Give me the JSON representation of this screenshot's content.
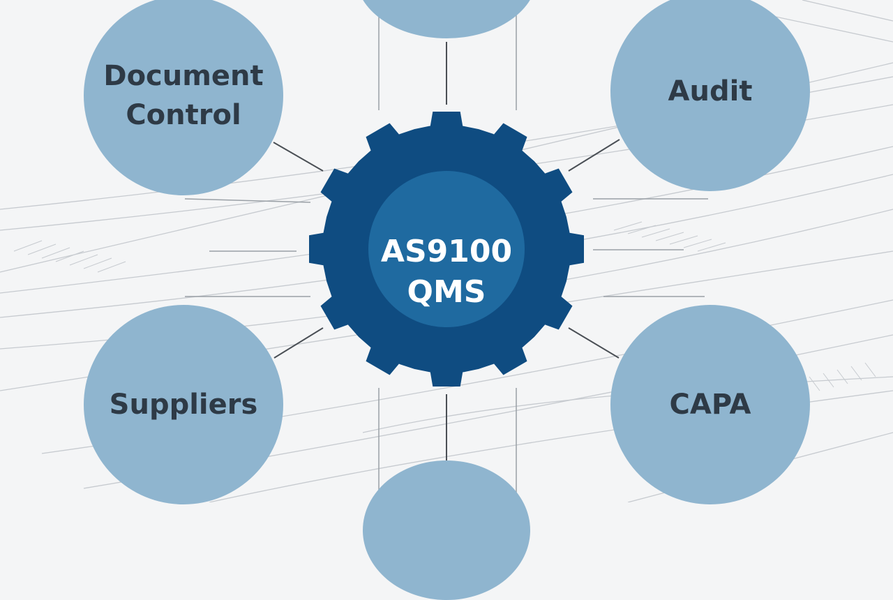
{
  "diagram": {
    "hub": {
      "label": "AS9100\nQMS"
    },
    "nodes": [
      {
        "id": "top",
        "label": ""
      },
      {
        "id": "document-control",
        "label": "Document\nControl"
      },
      {
        "id": "audit",
        "label": "Audit"
      },
      {
        "id": "suppliers",
        "label": "Suppliers"
      },
      {
        "id": "capa",
        "label": "CAPA"
      },
      {
        "id": "bottom",
        "label": ""
      }
    ]
  },
  "colors": {
    "background": "#f4f5f6",
    "node_fill": "#8fb5cf",
    "node_text": "#2e3a46",
    "gear_outer": "#0f4c81",
    "gear_inner": "#1f6aa0",
    "hub_text": "#ffffff",
    "connector": "#4a4f55",
    "sketch": "#c6cacf"
  }
}
